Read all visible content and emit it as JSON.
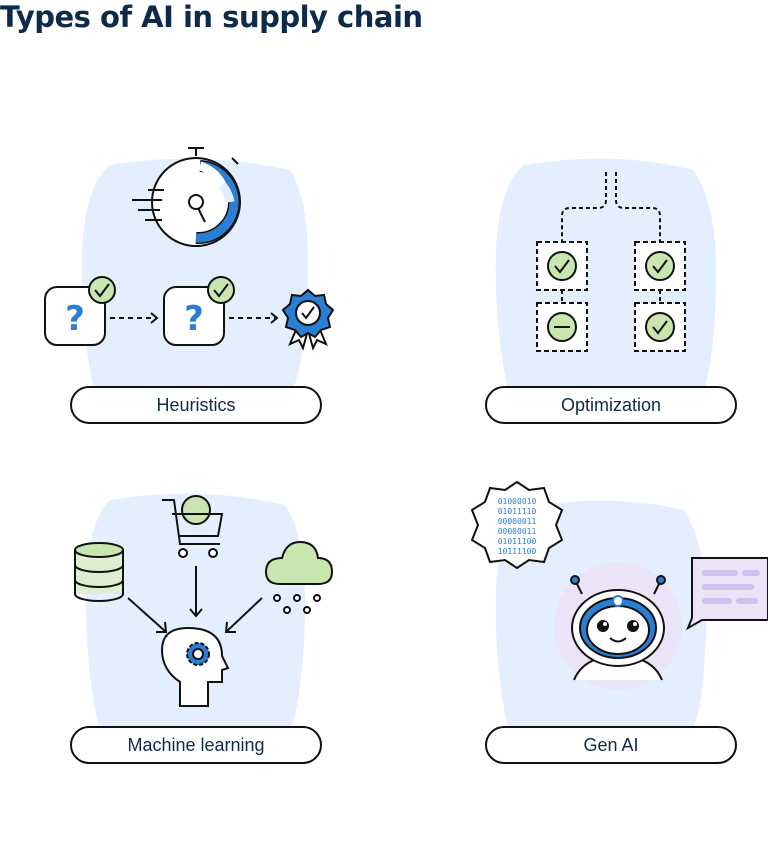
{
  "title": "Types of AI in supply chain",
  "cards": [
    {
      "label": "Heuristics"
    },
    {
      "label": "Optimization"
    },
    {
      "label": "Machine learning"
    },
    {
      "label": "Gen AI"
    }
  ],
  "gear_binary_lines": [
    "01000010",
    "01011110",
    "00000011",
    "00000011",
    "01011100",
    "10111100"
  ],
  "colors": {
    "blob": "#e3efff",
    "accent_blue": "#2a7fd4",
    "check_green": "#c8e6b0",
    "soft_green": "#dfeed3",
    "lavender": "#ebe4f8",
    "chat_lines": "#cfc0f0",
    "ink": "#0d2a4a"
  },
  "icons": [
    "stopwatch-icon",
    "question-icon",
    "check-badge-icon",
    "award-ribbon-icon",
    "checkbox-icon",
    "minus-icon",
    "database-icon",
    "shopping-cart-icon",
    "rain-cloud-icon",
    "head-gear-icon",
    "binary-gear-icon",
    "robot-icon",
    "chat-bubble-icon"
  ]
}
